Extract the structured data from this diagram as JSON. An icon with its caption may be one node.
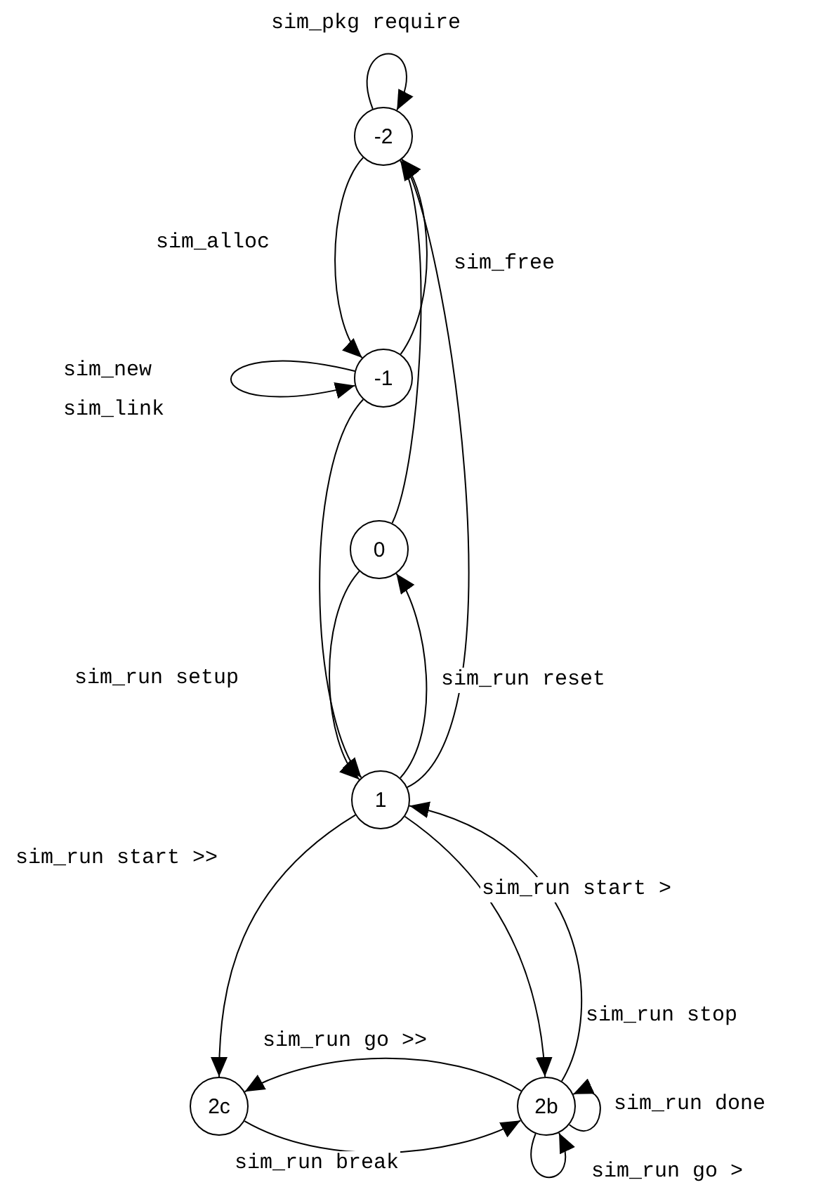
{
  "diagram": {
    "nodes": [
      {
        "text": [
          "-2"
        ]
      },
      {
        "text": [
          "-1"
        ]
      },
      {
        "text": [
          "0"
        ]
      },
      {
        "text": [
          "1"
        ]
      },
      {
        "text": [
          "2c"
        ]
      },
      {
        "text": [
          "2b"
        ]
      }
    ],
    "edges": [
      {
        "from": 0,
        "to": 0,
        "arrow": "to",
        "label": "sim_pkg require"
      },
      {
        "from": 0,
        "to": 1,
        "arrow": "to",
        "label": "sim_alloc"
      },
      {
        "from": 1,
        "to": 0,
        "arrow": "to",
        "label": "sim_free"
      },
      {
        "from": 2,
        "to": 0,
        "arrow": "to"
      },
      {
        "from": 3,
        "to": 0,
        "arrow": "to"
      },
      {
        "from": 1,
        "to": 1,
        "arrow": "to",
        "label": "sim_new sim_link"
      },
      {
        "from": 1,
        "to": 3,
        "arrow": "to",
        "label": "sim_run setup"
      },
      {
        "from": 2,
        "to": 3,
        "arrow": "to"
      },
      {
        "from": 3,
        "to": 2,
        "arrow": "to",
        "label": "sim_run reset"
      },
      {
        "from": 3,
        "to": 4,
        "arrow": "to",
        "label": "sim_run start >>"
      },
      {
        "from": 3,
        "to": 5,
        "arrow": "to",
        "label": "sim_run start >"
      },
      {
        "from": 5,
        "to": 3,
        "arrow": "to",
        "label": "sim_run stop"
      },
      {
        "from": 5,
        "to": 4,
        "arrow": "to",
        "label": "sim_run go >>"
      },
      {
        "from": 4,
        "to": 5,
        "arrow": "to",
        "label": "sim_run break"
      },
      {
        "from": 5,
        "to": 5,
        "arrow": "to",
        "label": "sim_run done"
      },
      {
        "from": 5,
        "to": 5,
        "arrow": "to",
        "label": "sim_run go >"
      }
    ]
  }
}
